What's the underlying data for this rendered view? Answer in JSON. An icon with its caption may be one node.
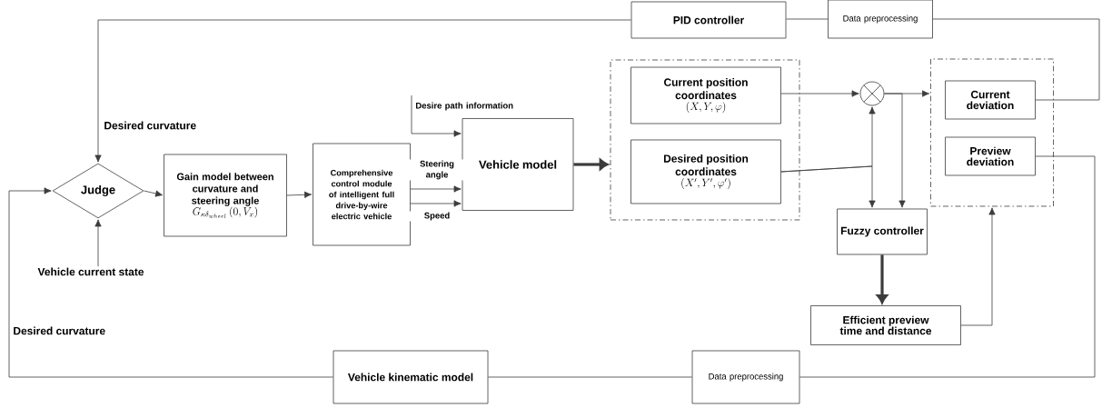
{
  "diagram": {
    "nodes": [
      {
        "text": [
          "Judge"
        ]
      },
      {
        "text": [
          "Gain model between curvature and steering angle",
          "G_{\\kappa\\delta_{wheel}}\\left(0,V_x\\right)"
        ]
      },
      {
        "text": [
          "Comprehensive control module of intelligent full drive-by-wire electric vehicle"
        ]
      },
      {
        "text": [
          "Vehicle model"
        ]
      },
      {
        "text": [],
        "shape": "box"
      },
      {
        "text": [
          "Current position coordinates",
          "\\left(X,Y,\\varphi\\right)"
        ],
        "in": 4
      },
      {
        "text": [
          "Desired position coordinates",
          "\\left(X',Y',\\varphi'\\right)"
        ],
        "in": 4
      },
      {
        "text": [],
        "shape": "circle"
      },
      {
        "text": [],
        "shape": "box"
      },
      {
        "text": [
          "Current deviation"
        ],
        "in": 8
      },
      {
        "text": [
          "Preview deviation"
        ],
        "in": 8
      },
      {
        "text": [
          "Fuzzy controller"
        ]
      },
      {
        "text": [
          "Efficient preview time and distance"
        ]
      },
      {
        "text": [
          "PID controller"
        ]
      },
      {
        "text": [
          "Data preprocessing"
        ]
      },
      {
        "text": [
          "Vehicle kinematic model"
        ]
      },
      {
        "text": [
          "Data preprocessing"
        ]
      },
      {
        "text": [
          "Vehicle current state"
        ]
      }
    ],
    "edges": [
      {
        "from": 0,
        "to": 1,
        "arrow": "to"
      },
      {
        "from": 1,
        "to": 2,
        "arrow": "to"
      },
      {
        "from": 2,
        "to": 3,
        "arrow": "to",
        "label": "Steering angle"
      },
      {
        "from": 2,
        "to": 3,
        "arrow": "to",
        "label": "Speed"
      },
      {
        "from": null,
        "to": 3,
        "arrow": "to",
        "label": "Desire path information"
      },
      {
        "from": 3,
        "to": 4,
        "arrow": "to",
        "style": "thick"
      },
      {
        "from": 5,
        "to": 7,
        "arrow": "to"
      },
      {
        "from": 7,
        "to": 8,
        "arrow": "to"
      },
      {
        "from": 7,
        "to": 11,
        "arrow": "to"
      },
      {
        "from": 6,
        "to": 7,
        "arrow": "to"
      },
      {
        "from": 6,
        "to": 11,
        "arrow": "to"
      },
      {
        "from": 11,
        "to": 12,
        "arrow": "to",
        "style": "thick"
      },
      {
        "from": 12,
        "to": 8,
        "arrow": "to"
      },
      {
        "from": 9,
        "to": 14,
        "arrow": "none"
      },
      {
        "from": 14,
        "to": 13,
        "arrow": "none"
      },
      {
        "from": 13,
        "to": 0,
        "arrow": "to",
        "label": "Desired curvature"
      },
      {
        "from": 10,
        "to": 16,
        "arrow": "none"
      },
      {
        "from": 16,
        "to": 15,
        "arrow": "none"
      },
      {
        "from": 15,
        "to": 0,
        "arrow": "to",
        "label": "Desired curvature"
      },
      {
        "from": 17,
        "to": 0,
        "arrow": "to"
      }
    ]
  }
}
